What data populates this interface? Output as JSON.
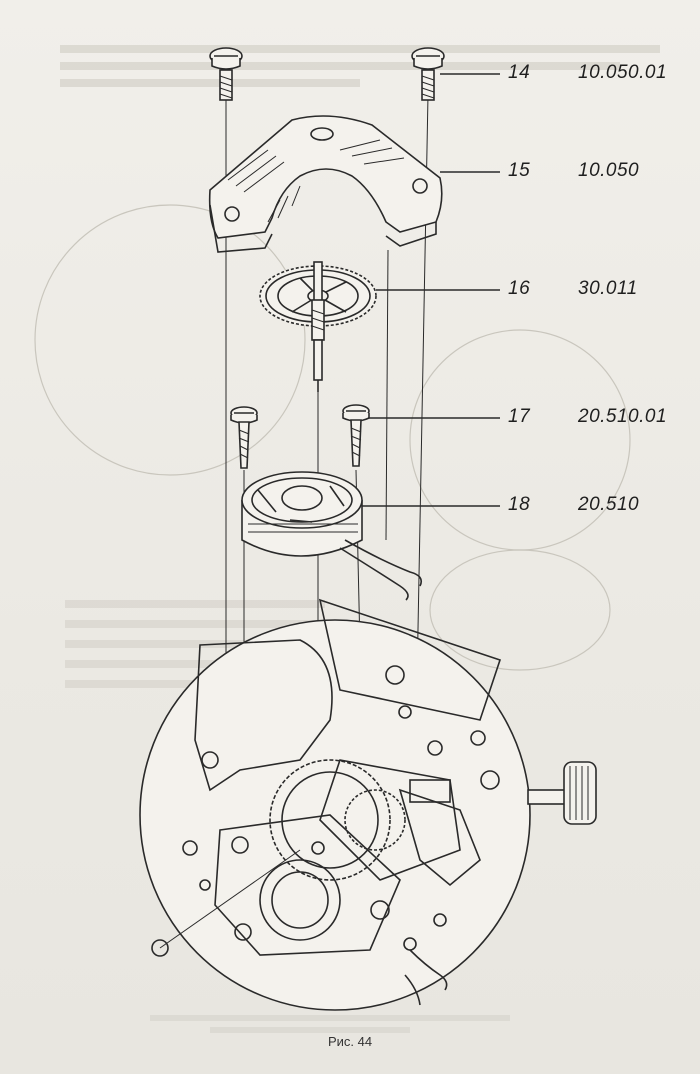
{
  "callouts": [
    {
      "num": "14",
      "code": "10.050.01"
    },
    {
      "num": "15",
      "code": "10.050"
    },
    {
      "num": "16",
      "code": "30.011"
    },
    {
      "num": "17",
      "code": "20.510.01"
    },
    {
      "num": "18",
      "code": "20.510"
    }
  ],
  "caption": "Рис. 44"
}
